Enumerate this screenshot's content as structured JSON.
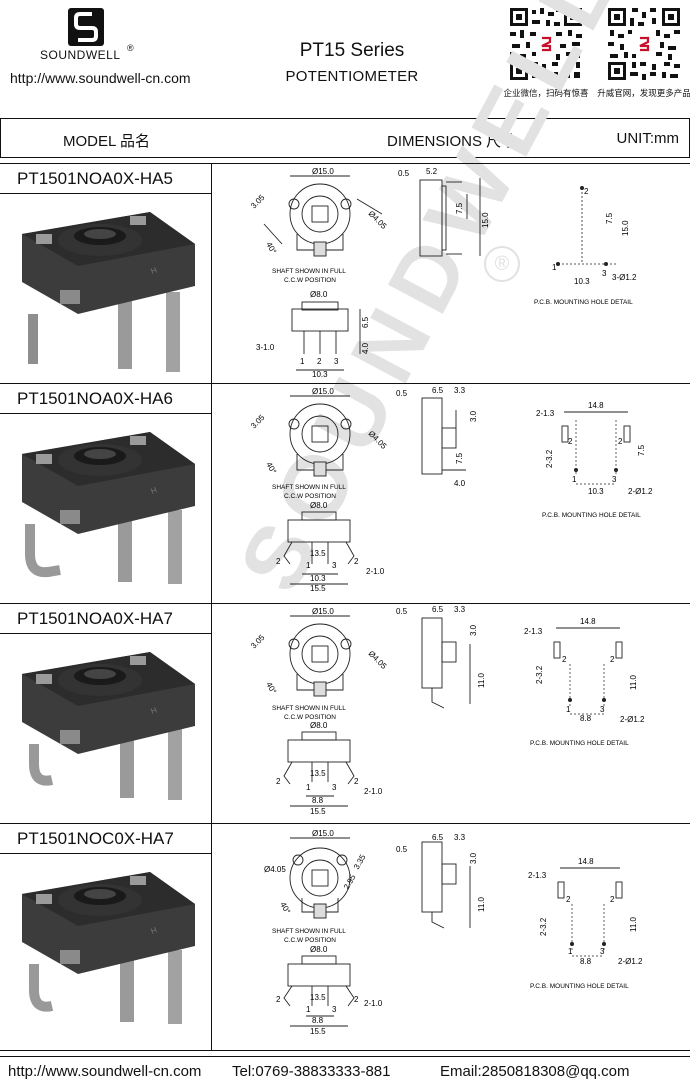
{
  "header": {
    "brand": "SOUNDWELL",
    "reg": "®",
    "website": "http://www.soundwell-cn.com",
    "series": "PT15 Series",
    "subtitle": "POTENTIOMETER",
    "qr1_caption": "企业微信，扫码有惊喜",
    "qr2_caption": "升威官网，发现更多产品"
  },
  "bar": {
    "model": "MODEL 品名",
    "dimensions": "DIMENSIONS 尺寸",
    "unit": "UNIT:mm"
  },
  "watermark": "SOUNDWELL",
  "common_labels": {
    "shaft_line1": "SHAFT SHOWN IN FULL",
    "shaft_line2": "C.C.W  POSITION",
    "pcb": "P.C.B. MOUNTING HOLE DETAIL"
  },
  "rows": [
    {
      "model": "PT1501NOA0X-HA5",
      "top_dims": {
        "d15": "Ø15.0",
        "d405": "Ø4.05",
        "a305": "3.05",
        "ang": "40°"
      },
      "side_dims": {
        "t05": "0.5",
        "t52": "5.2",
        "t75": "7.5",
        "t150": "15.0"
      },
      "bottom_dims": {
        "d8": "Ø8.0",
        "h65": "6.5",
        "h40": "4.0",
        "w310": "3-1.0",
        "w103": "10.3",
        "p1": "1",
        "p2": "2",
        "p3": "3"
      },
      "pcb_dims": {
        "v75": "7.5",
        "v150": "15.0",
        "w103": "10.3",
        "hole": "3-Ø1.2",
        "p1": "1",
        "p2": "2",
        "p3": "3"
      }
    },
    {
      "model": "PT1501NOA0X-HA6",
      "top_dims": {
        "d15": "Ø15.0",
        "d405": "Ø4.05",
        "a305": "3.05",
        "ang": "40°"
      },
      "side_dims": {
        "t05": "0.5",
        "t65": "6.5",
        "t33": "3.3",
        "t30": "3.0",
        "t75": "7.5",
        "t40": "4.0"
      },
      "bottom_dims": {
        "d8": "Ø8.0",
        "w135": "13.5",
        "w103": "10.3",
        "w155": "15.5",
        "w210": "2-1.0",
        "p1": "1",
        "p2": "2",
        "p3": "3"
      },
      "pcb_dims": {
        "w148": "14.8",
        "s213": "2-1.3",
        "s232": "2-3.2",
        "v75": "7.5",
        "w103": "10.3",
        "hole": "2-Ø1.2",
        "p1": "1",
        "p2": "2",
        "p3": "3"
      }
    },
    {
      "model": "PT1501NOA0X-HA7",
      "top_dims": {
        "d15": "Ø15.0",
        "d405": "Ø4.05",
        "a305": "3.05",
        "ang": "40°"
      },
      "side_dims": {
        "t05": "0.5",
        "t65": "6.5",
        "t33": "3.3",
        "t30": "3.0",
        "t110": "11.0"
      },
      "bottom_dims": {
        "d8": "Ø8.0",
        "w135": "13.5",
        "w88": "8.8",
        "w155": "15.5",
        "w210": "2-1.0",
        "p1": "1",
        "p2": "2",
        "p3": "3"
      },
      "pcb_dims": {
        "w148": "14.8",
        "s213": "2-1.3",
        "s232": "2-3.2",
        "v110": "11.0",
        "w88": "8.8",
        "hole": "2-Ø1.2",
        "p1": "1",
        "p2": "2",
        "p3": "3"
      }
    },
    {
      "model": "PT1501NOC0X-HA7",
      "top_dims": {
        "d15": "Ø15.0",
        "d405": "Ø4.05",
        "a335": "3.35",
        "a295": "2.95",
        "ang": "40°"
      },
      "side_dims": {
        "t05": "0.5",
        "t65": "6.5",
        "t33": "3.3",
        "t30": "3.0",
        "t110": "11.0"
      },
      "bottom_dims": {
        "d8": "Ø8.0",
        "w135": "13.5",
        "w88": "8.8",
        "w155": "15.5",
        "w210": "2-1.0",
        "p1": "1",
        "p2": "2",
        "p3": "3"
      },
      "pcb_dims": {
        "w148": "14.8",
        "s213": "2-1.3",
        "s232": "2-3.2",
        "v110": "11.0",
        "w88": "8.8",
        "hole": "2-Ø1.2",
        "p1": "1",
        "p2": "2",
        "p3": "3"
      }
    }
  ],
  "footer": {
    "website": "http://www.soundwell-cn.com",
    "tel": "Tel:0769-38833333-881",
    "email": "Email:2850818308@qq.com"
  }
}
